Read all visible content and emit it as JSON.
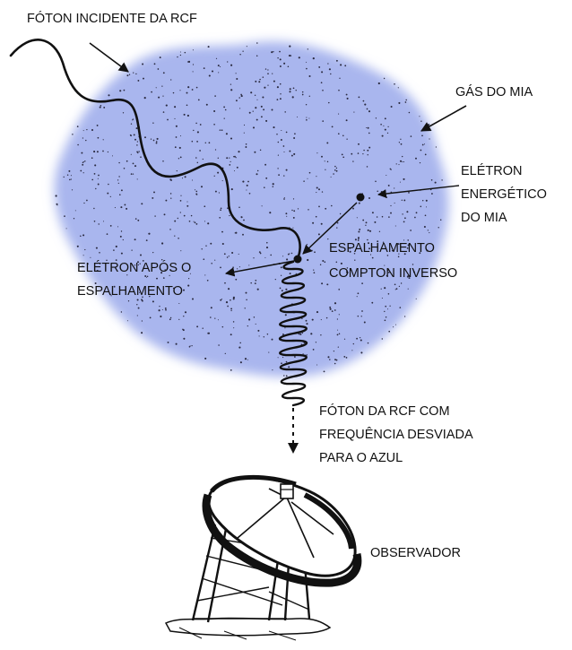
{
  "labels": {
    "incident_photon": "FÓTON INCIDENTE DA RCF",
    "gas": "GÁS DO MIA",
    "energetic_electron_1": "ELÉTRON",
    "energetic_electron_2": "ENERGÉTICO",
    "energetic_electron_3": "DO MIA",
    "scattering_1": "ESPALHAMENTO",
    "scattering_2": "COMPTON INVERSO",
    "scattered_electron_1": "ELÉTRON APÓS O",
    "scattered_electron_2": "ESPALHAMENTO",
    "shifted_photon_1": "FÓTON DA RCF COM",
    "shifted_photon_2": "FREQUÊNCIA DESVIADA",
    "shifted_photon_3": "PARA O AZUL",
    "observer": "OBSERVADOR"
  },
  "colors": {
    "cloud": "#a9b6ee",
    "ink": "#111111",
    "background": "#ffffff"
  },
  "icons": {
    "observer": "radio-telescope-dish-icon"
  }
}
